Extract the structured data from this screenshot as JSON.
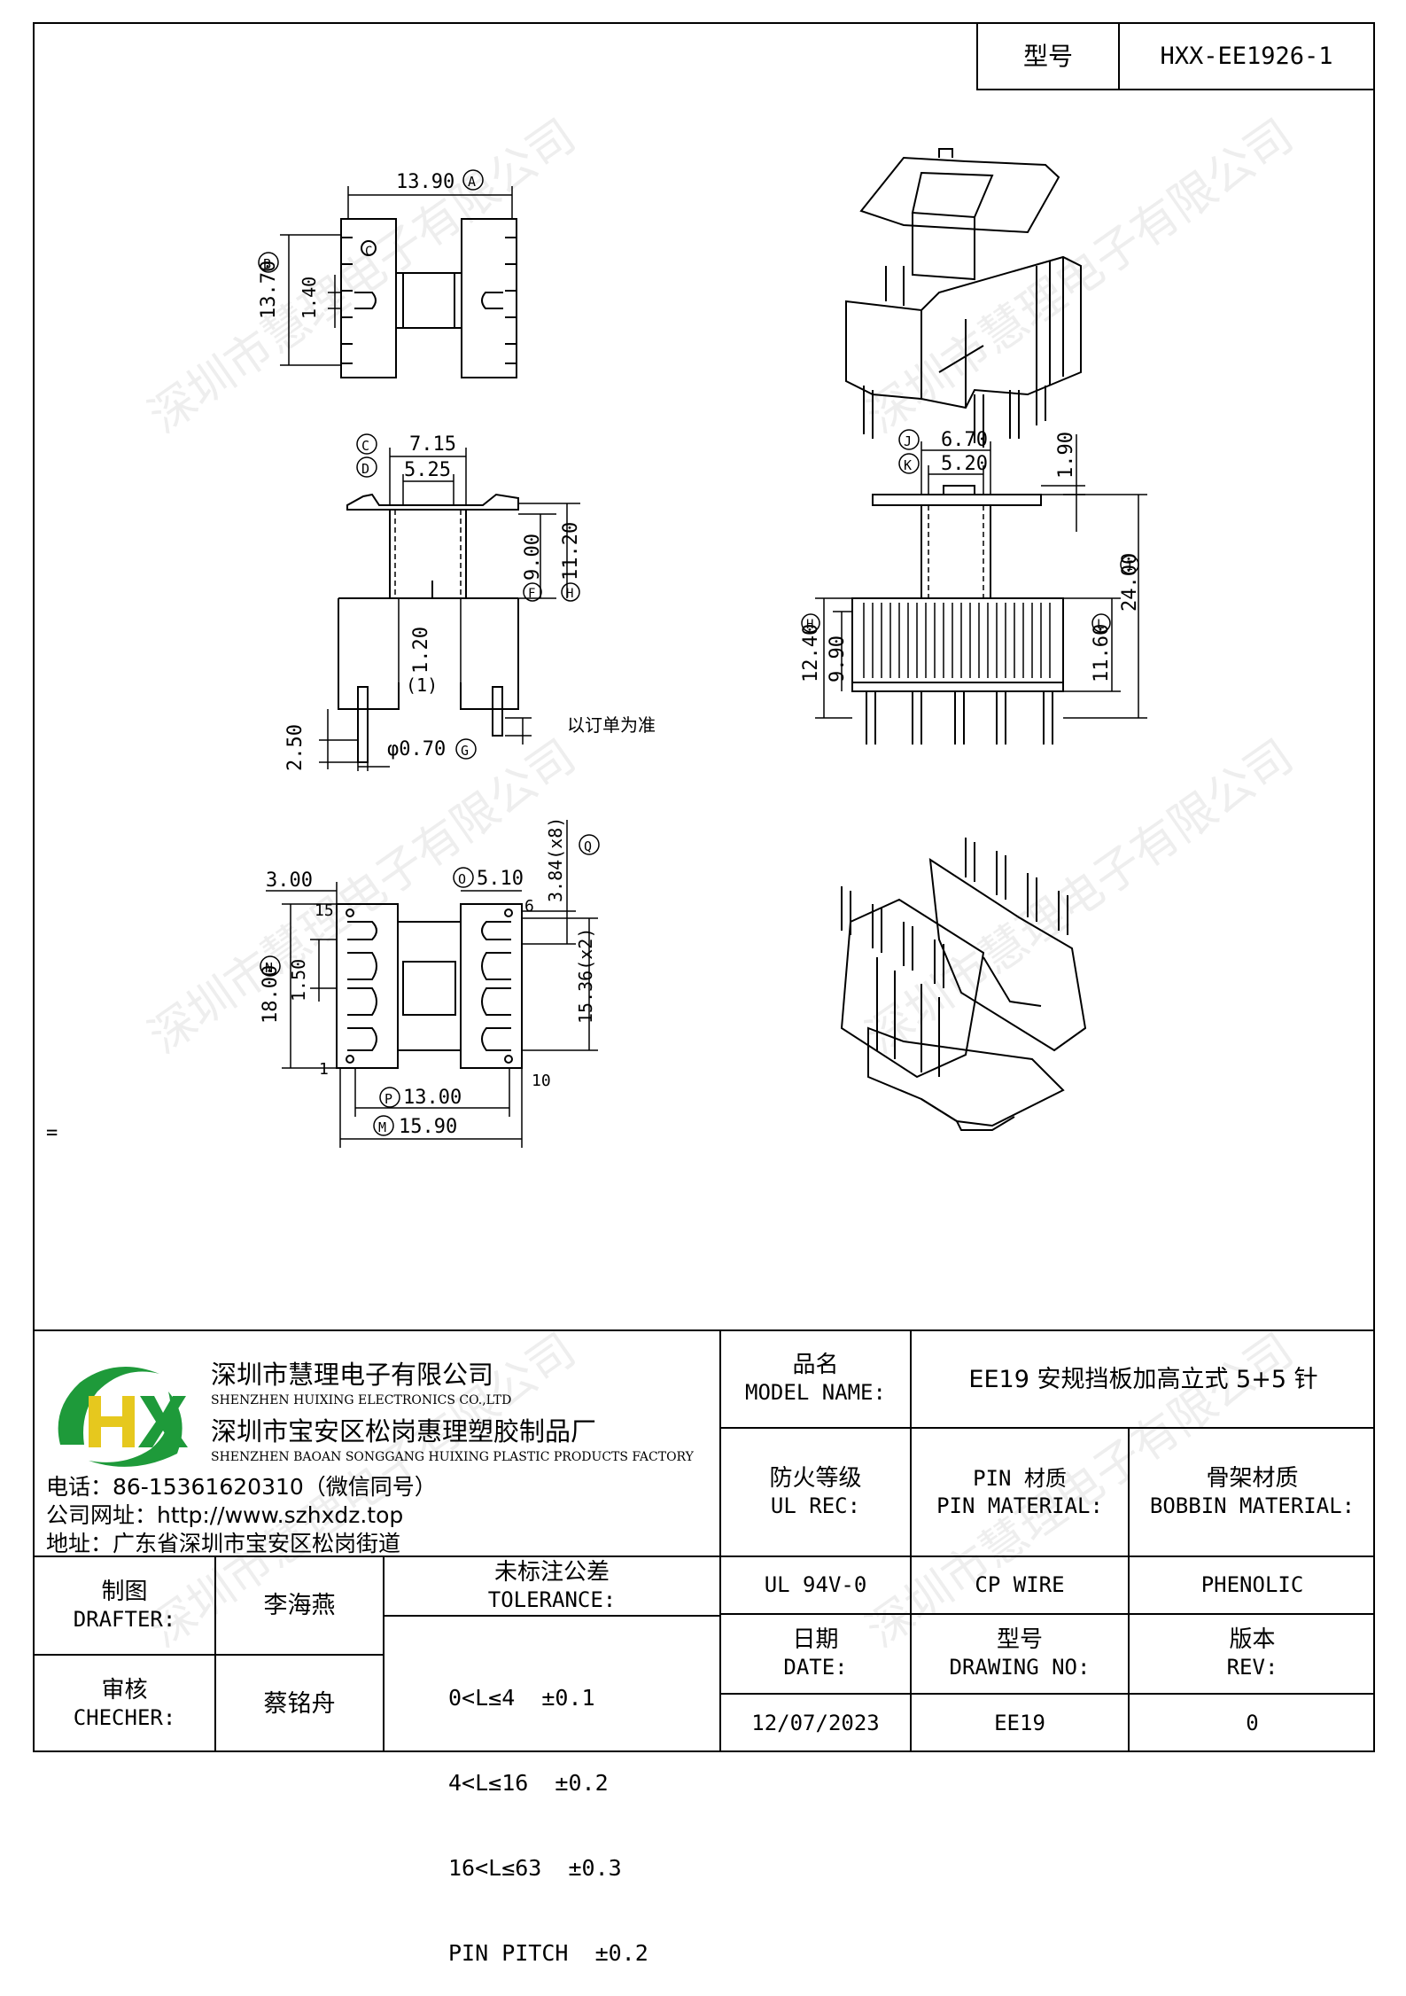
{
  "model_box": {
    "label": "型号",
    "value": "HXX-EE1926-1"
  },
  "watermark": "深圳市慧理电子有限公司",
  "drawing": {
    "view1": {
      "width": "13.90",
      "width_ref": "A",
      "height": "13.70",
      "height_ref": "B",
      "slot": "1.40",
      "hole_ref": "C"
    },
    "view2": {
      "refs": [
        "C",
        "D"
      ],
      "top_outer": "7.15",
      "top_inner": "5.25",
      "h1": "9.00",
      "h1_ref": "F",
      "h2": "11.20",
      "h2_ref": "H",
      "mid": "1.20",
      "mid_note": "(1)",
      "pin_len": "2.50",
      "pin_dia": "φ0.70",
      "pin_dia_ref": "G",
      "note": "以订单为准"
    },
    "view3": {
      "top_outer": "6.70",
      "top_outer_ref": "J",
      "top_inner": "5.20",
      "top_inner_ref": "K",
      "top_h": "1.90",
      "total": "24.00",
      "total_ref": "I",
      "left1": "12.40",
      "left1_ref": "H",
      "left2": "9.90",
      "right": "11.60",
      "right_ref": "L"
    },
    "view4": {
      "w1": "3.00",
      "w2": "5.10",
      "w2_ref": "O",
      "pitch": "3.84(x8)",
      "pitch_ref": "Q",
      "span": "15.36(x2)",
      "h": "18.00",
      "h_ref": "N",
      "slot": "1.50",
      "b1": "13.00",
      "b1_ref": "P",
      "b2": "15.90",
      "b2_ref": "M",
      "pins": [
        "15",
        "6",
        "1",
        "10"
      ]
    },
    "stray_mark": "="
  },
  "logo": {
    "letters": "HX",
    "colors": {
      "green": "#1e9a3a",
      "yellow": "#e6c81e"
    }
  },
  "company": {
    "name_cn": "深圳市慧理电子有限公司",
    "name_en": "SHENZHEN HUIXING ELECTRONICS CO.,LTD",
    "factory_cn": "深圳市宝安区松岗惠理塑胶制品厂",
    "factory_en": "SHENZHEN BAOAN SONGGANG HUIXING PLASTIC PRODUCTS FACTORY",
    "phone": "电话：86-15361620310（微信同号）",
    "website": "公司网址：http://www.szhxdz.top",
    "address": "地址：广东省深圳市宝安区松岗街道"
  },
  "titleblock": {
    "model_name_cn": "品名",
    "model_name_en": "MODEL NAME:",
    "model_name_value": "EE19 安规挡板加高立式 5+5 针",
    "ul_cn": "防火等级",
    "ul_en": "UL REC:",
    "pin_cn": "PIN 材质",
    "pin_en": "PIN MATERIAL:",
    "bobbin_cn": "骨架材质",
    "bobbin_en": "BOBBIN MATERIAL:",
    "ul_value": "UL 94V-0",
    "pin_value": "CP WIRE",
    "bobbin_value": "PHENOLIC",
    "drafter_cn": "制图",
    "drafter_en": "DRAFTER:",
    "drafter_name": "李海燕",
    "checker_cn": "审核",
    "checker_en": "CHECHER:",
    "checker_name": "蔡铭舟",
    "tolerance_cn": "未标注公差",
    "tolerance_en": "TOLERANCE:",
    "tolerance_lines": [
      "0<L≤4  ±0.1",
      "4<L≤16  ±0.2",
      "16<L≤63  ±0.3",
      "PIN PITCH  ±0.2"
    ],
    "date_cn": "日期",
    "date_en": "DATE:",
    "drawing_no_cn": "型号",
    "drawing_no_en": "DRAWING NO:",
    "rev_cn": "版本",
    "rev_en": "REV:",
    "date_value": "12/07/2023",
    "drawing_no_value": "EE19",
    "rev_value": "0"
  }
}
